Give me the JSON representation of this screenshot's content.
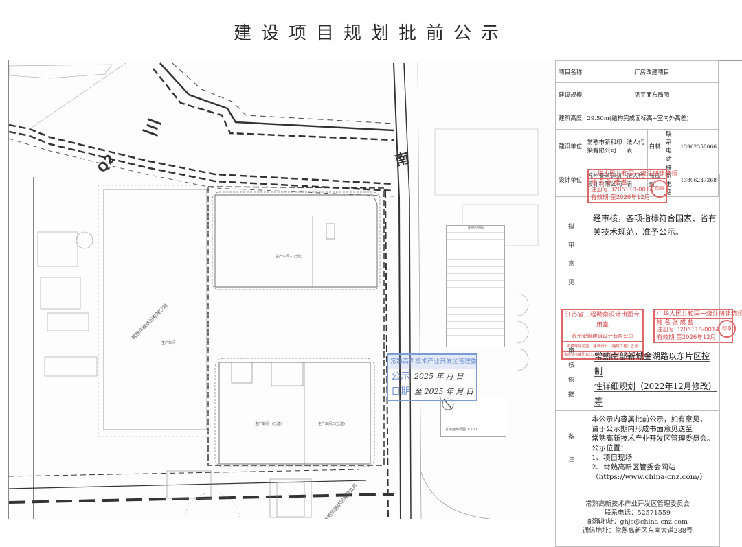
{
  "title": "建设项目规划批前公示",
  "info_table": {
    "project_name": {
      "label": "项目名称",
      "value": "厂房改建项目"
    },
    "scale": {
      "label": "建设规模",
      "value": "见平面布局图"
    },
    "height": {
      "label": "建筑高度",
      "value": "29.50m(结构完成面标高+室内外高差)"
    },
    "builder": {
      "label": "建设单位",
      "company": "常熟市新和印染有限公司",
      "legal_rep_label": "法人代表",
      "legal_rep": "白林",
      "phone_label": "联系电话",
      "phone": "13962350066"
    },
    "designer": {
      "label": "设计单位",
      "company": "苏州安筑建筑设计有限公司",
      "legal_rep_label": "法人代表",
      "legal_rep": "张成盐",
      "phone_label": "联系电话",
      "phone": "13806237268"
    }
  },
  "opinion": {
    "label_chars": [
      "拟",
      "审",
      "意",
      "见"
    ],
    "text": "经审核，各项指标符合国家、省有关技术规范，准予公示。"
  },
  "basis": {
    "label_chars": [
      "审",
      "核",
      "依",
      "据"
    ],
    "line1": "常熟南部新城金湖路以东片区控制",
    "line2": "性详细规划（2022年12月修改）等"
  },
  "remark": {
    "label_chars": [
      "备",
      "注"
    ],
    "lines": [
      "本公示内容属批前公示，如有意见，",
      "请于公示期内形成书面意见送至",
      "常熟高新技术产业开发区管理委员会。",
      "公示位置：",
      "1、项目现场",
      "2、常熟高新区管委会网站",
      "（https://www.china-cnz.com/）"
    ]
  },
  "footer": {
    "org": "常熟高新技术产业开发区管理委员会",
    "phone": "联系电话：52571559",
    "email": "邮箱地址：ghjs@china-cnz.com",
    "address": "通信地址：常熟高新区东南大道288号"
  },
  "stamps": {
    "architect_1": {
      "head": "中华人民共和国一级注册建筑师",
      "name": "姓  名   张 成 盐",
      "reg": "注册号  3206118-0014",
      "valid": "有效期  至2026年12月",
      "seal": "印章"
    },
    "architect_2": {
      "head": "中华人民共和国一级注册建筑师",
      "name": "姓  名   张 成 盐",
      "reg": "注册号  3206118-0014",
      "valid": "有效期  至2026年12月",
      "seal": "印章"
    },
    "design_seal": {
      "head": "江苏省工程勘察设计出图专用章",
      "company": "苏州安筑建筑设计有限公司",
      "scope": "资质等级范围：建筑行业（建筑工程）乙级",
      "cert": "资质证书编号 A232061180 有效期至 2027年01月29日"
    },
    "publicity": {
      "head": "常熟高新技术产业开发区管理委员会",
      "row1_label": "公示",
      "row1_value": "2025 年  月  日",
      "row2_label": "日期",
      "row2_value": "至 2025 年  月  日"
    }
  },
  "plan": {
    "road_labels": [
      "三",
      "Q2",
      "南"
    ],
    "building_labels": [
      "生产车间三(已建)",
      "生产车间一(已建)",
      "生产车间二(已建)",
      "生产车间",
      "常熟华德纺织有限公司",
      "常熟华德纺织有限公司"
    ],
    "scale_text": "总平面布局图 1:500",
    "econ_table_title": "技术经济指标"
  }
}
